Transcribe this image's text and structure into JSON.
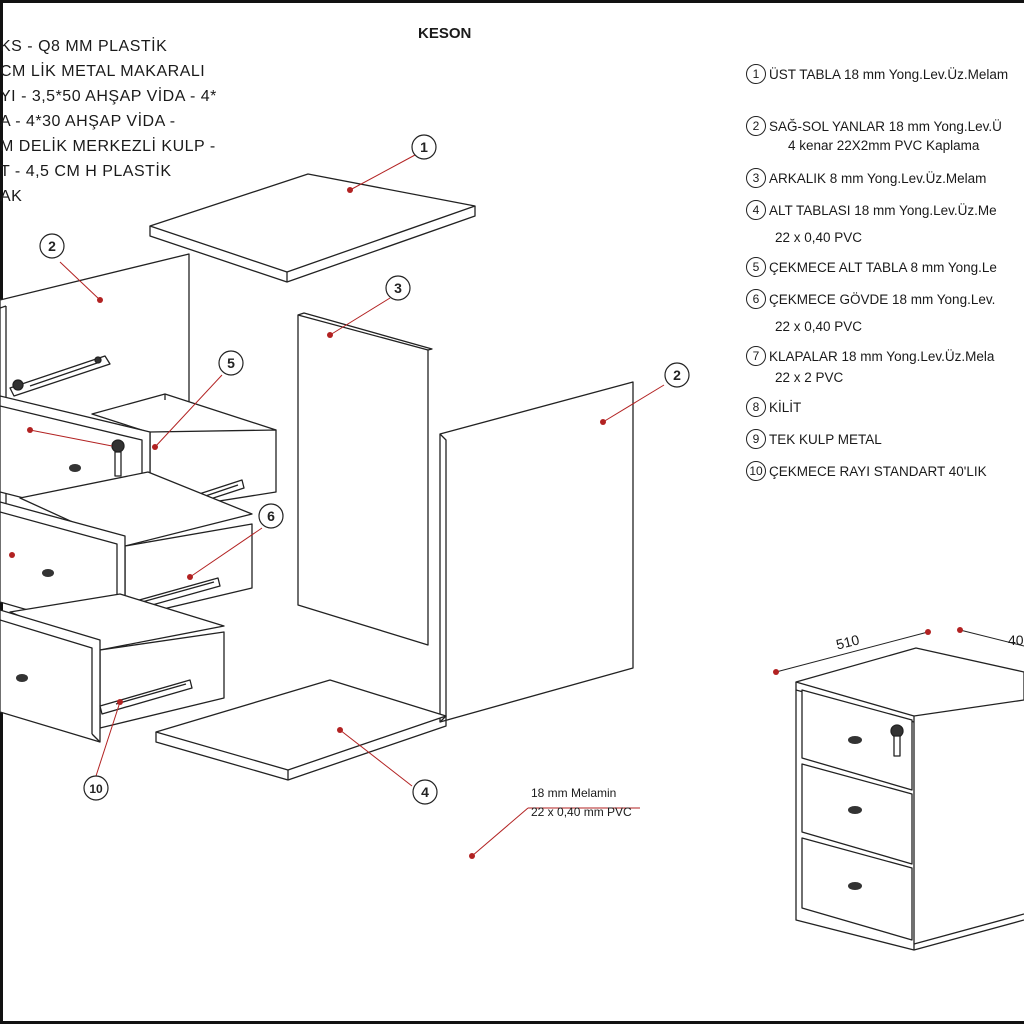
{
  "title": "KESON",
  "notes": [
    "KS - Q8 MM PLASTİK",
    "CM LİK METAL MAKARALI",
    "YI - 3,5*50 AHŞAP VİDA - 4*",
    "A - 4*30 AHŞAP VİDA -",
    "M DELİK MERKEZLİ KULP -",
    "T - 4,5 CM H  PLASTİK",
    "AK"
  ],
  "legend": [
    {
      "num": "1",
      "text": "ÜST TABLA 18 mm Yong.Lev.Üz.Melam"
    },
    {
      "num": "2",
      "text": "SAĞ-SOL YANLAR 18 mm Yong.Lev.Ü",
      "sub": "4 kenar 22X2mm PVC Kaplama"
    },
    {
      "num": "3",
      "text": "ARKALIK  8 mm  Yong.Lev.Üz.Melam"
    },
    {
      "num": "4",
      "text": "ALT TABLASI 18 mm Yong.Lev.Üz.Me",
      "sub": "22 x 0,40 PVC"
    },
    {
      "num": "5",
      "text": "ÇEKMECE ALT TABLA 8 mm Yong.Le"
    },
    {
      "num": "6",
      "text": "ÇEKMECE GÖVDE 18 mm Yong.Lev.",
      "sub": "22 x 0,40 PVC"
    },
    {
      "num": "7",
      "text": "KLAPALAR 18 mm Yong.Lev.Üz.Mela",
      "sub": "22 x 2 PVC"
    },
    {
      "num": "8",
      "text": "KİLİT"
    },
    {
      "num": "9",
      "text": "TEK KULP METAL"
    },
    {
      "num": "10",
      "text": "ÇEKMECE RAYI STANDART  40'LIK"
    }
  ],
  "callouts": [
    "1",
    "2",
    "3",
    "5",
    "6",
    "2",
    "4",
    "10"
  ],
  "material_note": {
    "line1": "18 mm Melamin",
    "line2": "22 x 0,40 mm PVC"
  },
  "dimensions": {
    "width": "510",
    "depth": "40"
  },
  "colors": {
    "line": "#222222",
    "leader": "#b22222",
    "callout_text": "#222222"
  }
}
